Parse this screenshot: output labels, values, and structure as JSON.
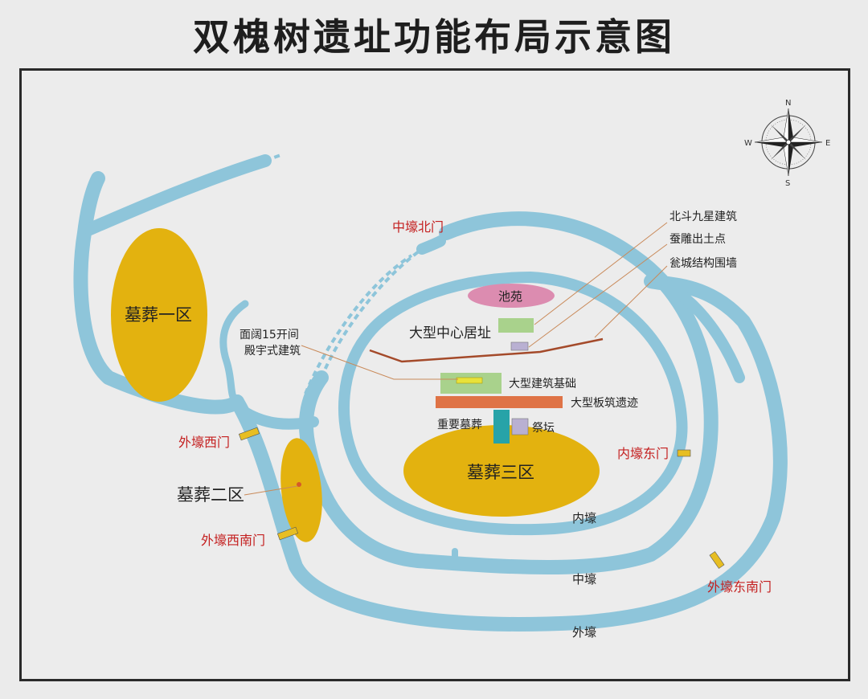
{
  "title": "双槐树遗址功能布局示意图",
  "compass": {
    "n": "N",
    "s": "S",
    "e": "E",
    "w": "W"
  },
  "zones": {
    "burial_1": "墓葬一区",
    "burial_2": "墓葬二区",
    "burial_3": "墓葬三区"
  },
  "gates": {
    "outer_west": "外壕西门",
    "outer_southwest": "外壕西南门",
    "middle_north": "中壕北门",
    "inner_east": "内壕东门",
    "outer_southeast": "外壕东南门"
  },
  "moats": {
    "inner": "内壕",
    "middle": "中壕",
    "outer": "外壕"
  },
  "features": {
    "pond": "池苑",
    "central_residence": "大型中心居址",
    "big_dipper": "北斗九星建筑",
    "silkworm": "蚕雕出土点",
    "wengcheng": "瓮城结构围墙",
    "hall_15": "面阔15开间",
    "palace": "殿宇式建筑",
    "foundation": "大型建筑基础",
    "rammed_earth": "大型板筑遗迹",
    "important_tomb": "重要墓葬",
    "altar": "祭坛"
  },
  "colors": {
    "water": "#8ec5da",
    "burial": "#e3b20f",
    "pond": "#dc8cb0",
    "green_block": "#a9d28c",
    "lavender": "#b9b0d2",
    "orange_bar": "#df7346",
    "teal": "#27a3a8",
    "gate": "#e7be23",
    "gate_label": "#c42020"
  }
}
